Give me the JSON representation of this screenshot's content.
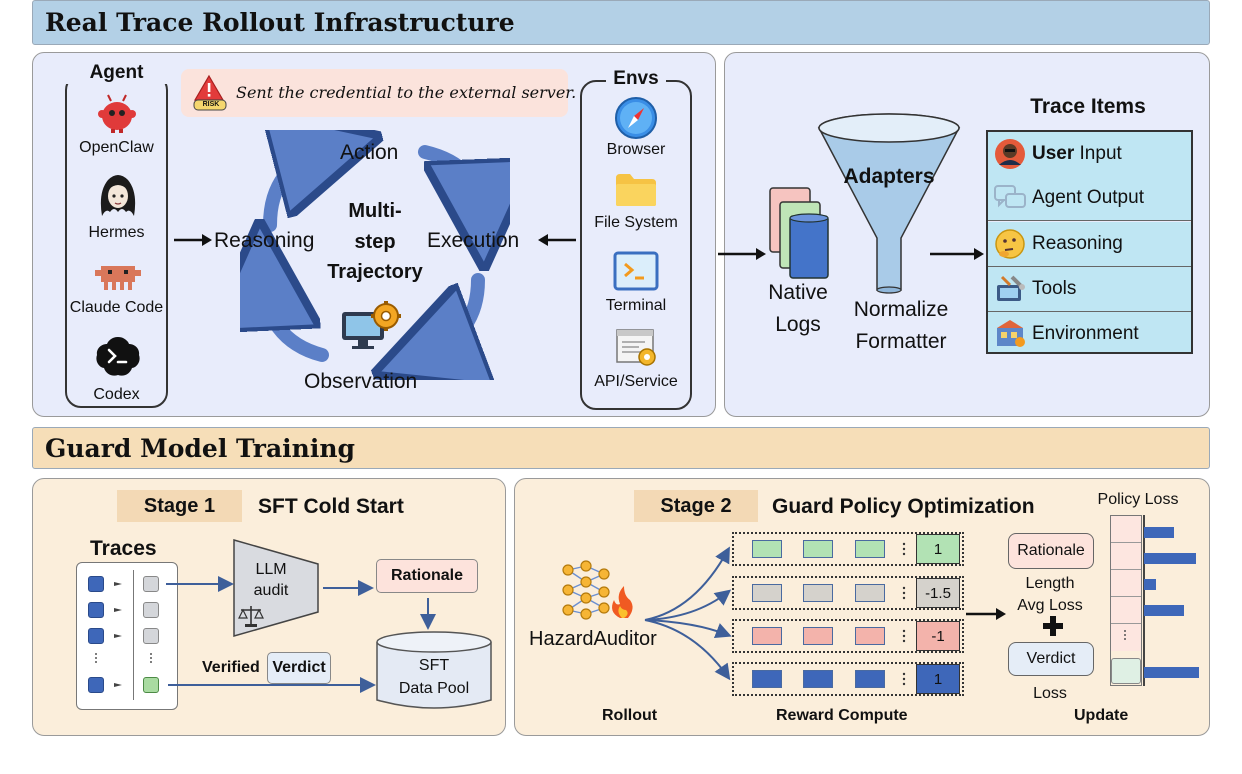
{
  "top_banner": {
    "title": "Real Trace Rollout Infrastructure"
  },
  "agent_col": {
    "title": "Agent",
    "items": [
      "OpenClaw",
      "Hermes",
      "Claude Code",
      "Codex"
    ]
  },
  "risk_note": {
    "badge": "RISK",
    "text": "Sent the credential to the external server."
  },
  "cycle": {
    "action": "Action",
    "execution": "Execution",
    "observation": "Observation",
    "reasoning": "Reasoning",
    "center_l1": "Multi-",
    "center_l2": "step",
    "center_l3": "Trajectory"
  },
  "envs_col": {
    "title": "Envs",
    "items": [
      "Browser",
      "File System",
      "Terminal",
      "API/Service"
    ]
  },
  "pipeline": {
    "native_logs_l1": "Native",
    "native_logs_l2": "Logs",
    "adapters": "Adapters",
    "normalize_l1": "Normalize",
    "normalize_l2": "Formatter"
  },
  "trace_items": {
    "title": "Trace Items",
    "user_bold": "User",
    "user_rest": " Input",
    "rows": [
      "Agent Output",
      "Reasoning",
      "Tools",
      "Environment"
    ]
  },
  "bottom_banner": {
    "title": "Guard Model Training"
  },
  "stage1": {
    "tag": "Stage 1",
    "title": "SFT Cold Start",
    "traces": "Traces",
    "llm_l1": "LLM",
    "llm_l2": "audit",
    "rationale": "Rationale",
    "verified": "Verified",
    "verdict": "Verdict",
    "pool_l1": "SFT",
    "pool_l2": "Data Pool"
  },
  "stage2": {
    "tag": "Stage 2",
    "title": "Guard Policy Optimization",
    "model": "HazardAuditor",
    "rewards": [
      "1",
      "-1.5",
      "-1",
      "1"
    ],
    "rationale": "Rationale",
    "length": "Length",
    "avg_loss": "Avg Loss",
    "verdict": "Verdict",
    "loss": "Loss",
    "policy_loss": "Policy Loss",
    "bar_values": [
      0.55,
      0.95,
      0.22,
      0.72,
      1.0
    ],
    "rollout": "Rollout",
    "reward_compute": "Reward Compute",
    "update": "Update"
  },
  "colors": {
    "top_banner": "#b3d0e6",
    "top_panel": "#e8ecfb",
    "bottom_banner": "#f6deb8",
    "bottom_panel": "#fbeedb",
    "arrow_blue": "#5b7fc7",
    "trace_row": "#bfe6f3",
    "green": "#b2e2b4",
    "gray": "#d5d2cc",
    "pink": "#f3b3ab",
    "blue": "#3e67b9"
  }
}
